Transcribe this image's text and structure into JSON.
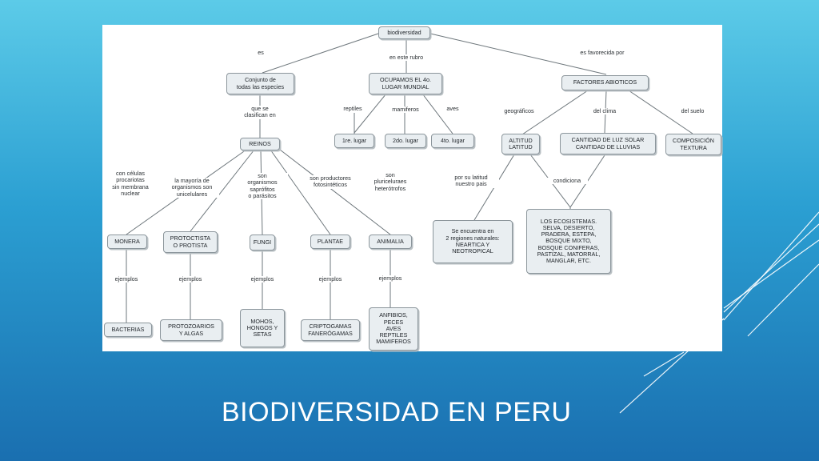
{
  "slide": {
    "title": "BIODIVERSIDAD EN PERU"
  },
  "diagram": {
    "nodes": {
      "root": "biodiversidad",
      "conjunto": "Conjunto de\ntodas las especies",
      "ocupamos": "OCUPAMOS EL 4o.\nLUGAR MUNDIAL",
      "factores": "FACTORES ABIOTICOS",
      "reinos": "REINOS",
      "lugar1": "1re. lugar",
      "lugar2": "2do. lugar",
      "lugar4": "4to. lugar",
      "altitud": "ALTITUD\nLATITUD",
      "cantidad": "CANTIDAD DE LUZ SOLAR\nCANTIDAD DE LLUVIAS",
      "composicion": "COMPOSICIÓN\nTEXTURA",
      "regiones": "Se encuentra en\n2 regiones naturales:\nNEARTICA  Y\nNEOTROPICAL",
      "ecosistemas": "LOS ECOSISTEMAS.\nSELVA, DESIERTO,\nPRADERA, ESTEPA,\nBOSQUE MIXTO,\nBOSQUE CONIFERAS,\nPASTIZAL, MATORRAL,\nMANGLAR, ETC.",
      "monera": "MONERA",
      "protoctista": "PROTOCTISTA\nO PROTISTA",
      "fungi": "FUNGI",
      "plantae": "PLANTAE",
      "animalia": "ANIMALIA",
      "bacterias": "BACTERIAS",
      "protozoarios": "PROTOZOARIOS\nY ALGAS",
      "mohos": "MOHOS,\nHONGOS Y\nSETAS",
      "criptogamas": "CRIPTOGAMAS\nFANERÓGAMAS",
      "anfibios": "ANFIBIOS,\nPECES\nAVES\nREPTILES\nMAMIFEROS"
    },
    "links": {
      "es": "es",
      "en_este_rubro": "en este rubro",
      "es_favorecida_por": "es favorecida por",
      "que_se_clasifican": "que se\nclasifican en",
      "reptiles": "reptiles",
      "mamiferos": "mamiferos",
      "aves": "aves",
      "geograficos": "geográficos",
      "del_clima": "del clima",
      "del_suelo": "del suelo",
      "con_celulas": "con células\nprocariotas\nsin membrana\nnuclear",
      "la_mayoria": "la mayoría de\norganismos son\nunicelulares",
      "son_saprofitos": "son\norganismos\nsaprófitos\no parásitos",
      "son_productores": "son productores\nfotosintéticos",
      "son_pluricelulares": "son\npluriceluraes\nheterótrofos",
      "por_su_latitud": "por su latitud\nnuestro pais",
      "condiciona": "condiciona",
      "ejemplos_1": "ejemplos",
      "ejemplos_2": "ejemplos",
      "ejemplos_3": "ejemplos",
      "ejemplos_4": "ejemplos",
      "ejemplos_5": "ejemplos"
    }
  }
}
